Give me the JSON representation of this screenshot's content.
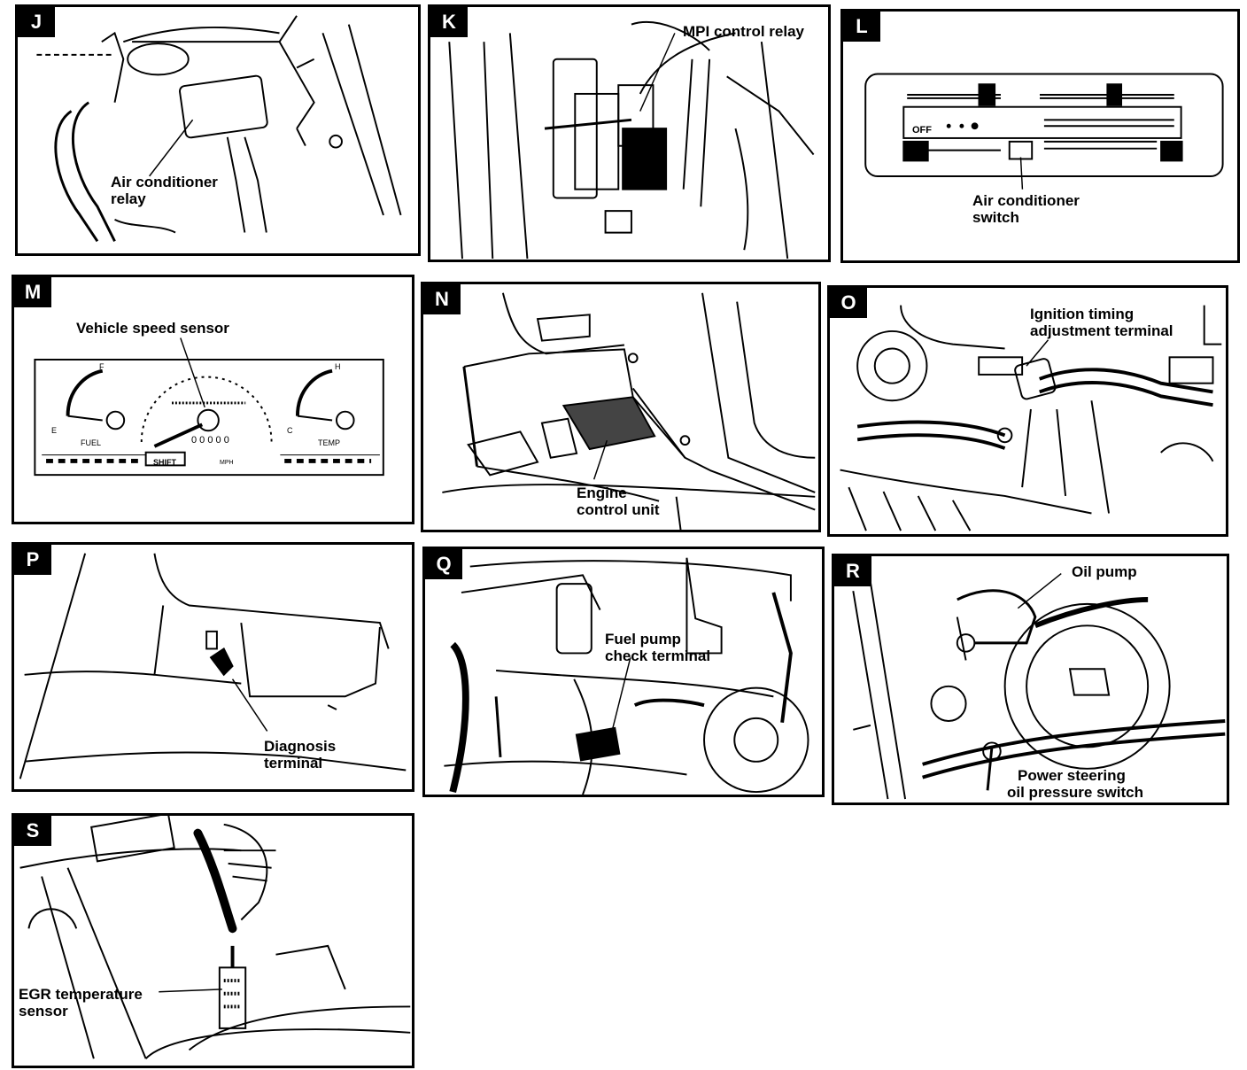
{
  "panels": {
    "J": {
      "tag": "J",
      "label_1": "Air conditioner",
      "label_2": "relay"
    },
    "K": {
      "tag": "K",
      "label_1": "MPI control relay"
    },
    "L": {
      "tag": "L",
      "label_1": "Air conditioner",
      "label_2": "switch",
      "off_text": "OFF"
    },
    "M": {
      "tag": "M",
      "label_1": "Vehicle speed sensor",
      "gauge_fuel": "FUEL",
      "gauge_temp": "TEMP",
      "gauge_f": "F",
      "gauge_e": "E",
      "gauge_h": "H",
      "gauge_c": "C",
      "shift_text": "SHIFT",
      "odometer": "0 0 0 0 0",
      "mph": "MPH"
    },
    "N": {
      "tag": "N",
      "label_1": "Engine",
      "label_2": "control unit"
    },
    "O": {
      "tag": "O",
      "label_1": "Ignition timing",
      "label_2": "adjustment terminal"
    },
    "P": {
      "tag": "P",
      "label_1": "Diagnosis",
      "label_2": "terminal"
    },
    "Q": {
      "tag": "Q",
      "label_1": "Fuel pump",
      "label_2": "check terminal"
    },
    "R": {
      "tag": "R",
      "label_1": "Oil pump",
      "label_2": "Power steering",
      "label_3": "oil pressure switch"
    },
    "S": {
      "tag": "S",
      "label_1": "EGR temperature",
      "label_2": "sensor"
    }
  }
}
